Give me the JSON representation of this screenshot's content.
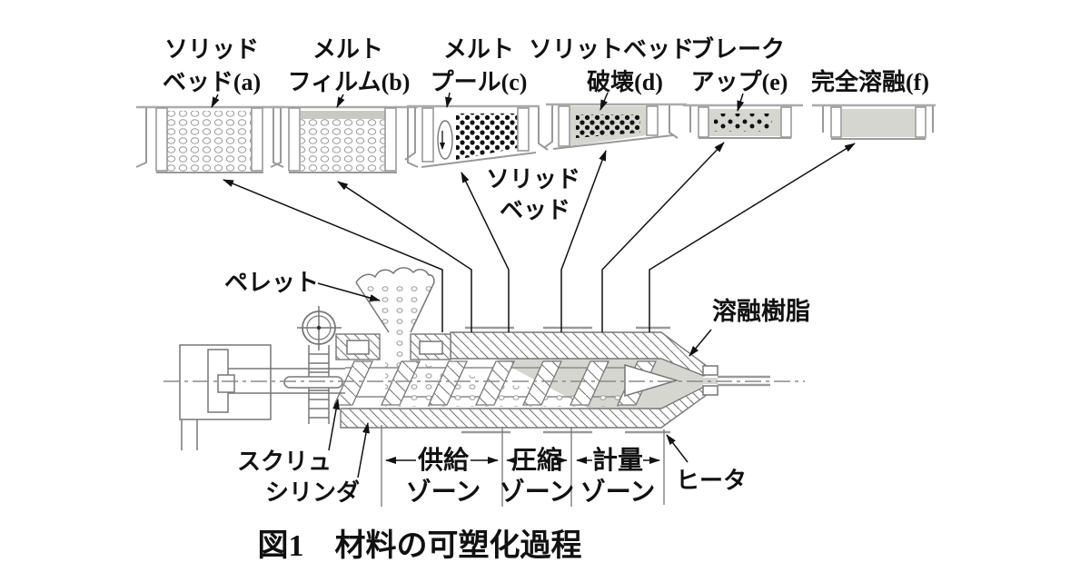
{
  "figure": {
    "caption": "図1　材料の可塑化過程"
  },
  "stages": [
    {
      "id": "a",
      "line1": "ソリッド",
      "line2": "ベッド(a)"
    },
    {
      "id": "b",
      "line1": "メルト",
      "line2": "フィルム(b)"
    },
    {
      "id": "c",
      "line1": "メルト",
      "line2": "プール(c)"
    },
    {
      "id": "d",
      "line1": "ソリットベッド",
      "line2": "破壊(d)"
    },
    {
      "id": "e",
      "line1": "ブレーク",
      "line2": "アップ(e)"
    },
    {
      "id": "f",
      "line1": "",
      "line2": "完全溶融(f)"
    }
  ],
  "annotations": {
    "solid_bed": {
      "line1": "ソリッド",
      "line2": "ベッド"
    },
    "pellet": "ペレット",
    "molten_resin": "溶融樹脂",
    "screw": "スクリュ",
    "cylinder": "シリンダ",
    "heater": "ヒータ"
  },
  "zones": [
    {
      "name": "供給",
      "row2": "ゾーン"
    },
    {
      "name": "圧縮",
      "row2": "ゾーン"
    },
    {
      "name": "計量",
      "row2": "ゾーン"
    }
  ],
  "colors": {
    "melt": "#d6d6d0",
    "melt_film": "#c9c9c3",
    "line_black": "#111111",
    "line_gray": "#999999"
  }
}
